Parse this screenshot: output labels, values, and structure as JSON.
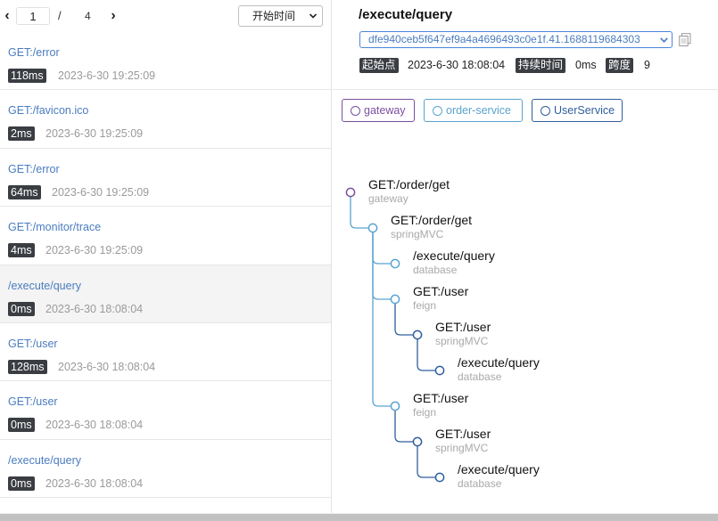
{
  "pager": {
    "prev_glyph": "‹",
    "next_glyph": "›",
    "current_page": "1",
    "separator": "/",
    "total_pages": "4",
    "sort_label": "开始时间"
  },
  "traces": [
    {
      "name": "GET:/error",
      "duration": "118ms",
      "time": "2023-6-30 19:25:09",
      "active": false
    },
    {
      "name": "GET:/favicon.ico",
      "duration": "2ms",
      "time": "2023-6-30 19:25:09",
      "active": false
    },
    {
      "name": "GET:/error",
      "duration": "64ms",
      "time": "2023-6-30 19:25:09",
      "active": false
    },
    {
      "name": "GET:/monitor/trace",
      "duration": "4ms",
      "time": "2023-6-30 19:25:09",
      "active": false
    },
    {
      "name": "/execute/query",
      "duration": "0ms",
      "time": "2023-6-30 18:08:04",
      "active": true
    },
    {
      "name": "GET:/user",
      "duration": "128ms",
      "time": "2023-6-30 18:08:04",
      "active": false
    },
    {
      "name": "GET:/user",
      "duration": "0ms",
      "time": "2023-6-30 18:08:04",
      "active": false
    },
    {
      "name": "/execute/query",
      "duration": "0ms",
      "time": "2023-6-30 18:08:04",
      "active": false
    }
  ],
  "detail": {
    "title": "/execute/query",
    "trace_id": "dfe940ceb5f647ef9a4a4696493c0e1f.41.1688119684303",
    "start_label": "起始点",
    "start_value": "2023-6-30 18:08:04",
    "duration_label": "持续时间",
    "duration_value": "0ms",
    "span_label": "跨度",
    "span_value": "9"
  },
  "services": [
    {
      "name": "gateway",
      "color": "#7b4f9e"
    },
    {
      "name": "order-service",
      "color": "#5ba3d0"
    },
    {
      "name": "UserService",
      "color": "#2f5f9c"
    }
  ],
  "spans": [
    {
      "title": "GET:/order/get",
      "sub": "gateway",
      "depth": 0,
      "service": 0
    },
    {
      "title": "GET:/order/get",
      "sub": "springMVC",
      "depth": 1,
      "service": 1
    },
    {
      "title": "/execute/query",
      "sub": "database",
      "depth": 2,
      "service": 1
    },
    {
      "title": "GET:/user",
      "sub": "feign",
      "depth": 2,
      "service": 1
    },
    {
      "title": "GET:/user",
      "sub": "springMVC",
      "depth": 3,
      "service": 2
    },
    {
      "title": "/execute/query",
      "sub": "database",
      "depth": 4,
      "service": 2
    },
    {
      "title": "GET:/user",
      "sub": "feign",
      "depth": 2,
      "service": 1
    },
    {
      "title": "GET:/user",
      "sub": "springMVC",
      "depth": 3,
      "service": 2
    },
    {
      "title": "/execute/query",
      "sub": "database",
      "depth": 4,
      "service": 2
    }
  ],
  "span_parents": [
    -1,
    0,
    1,
    1,
    3,
    4,
    1,
    6,
    7
  ]
}
